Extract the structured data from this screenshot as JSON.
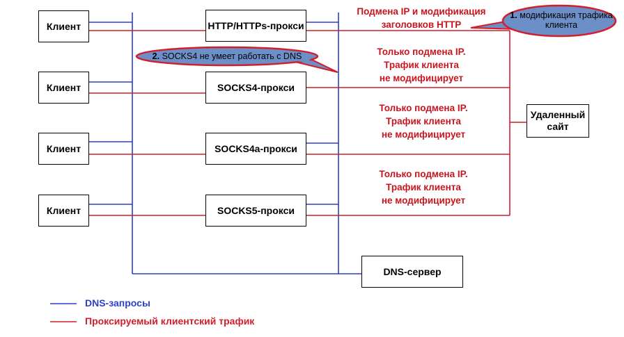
{
  "nodes": {
    "client_1": "Клиент",
    "client_2": "Клиент",
    "client_3": "Клиент",
    "client_4": "Клиент",
    "http_proxy": "HTTP/HTTPs-прокси",
    "socks4_proxy": "SOCKS4-прокси",
    "socks4a_proxy": "SOCKS4a-прокси",
    "socks5_proxy": "SOCKS5-прокси",
    "remote_site_line1": "Удаленный",
    "remote_site_line2": "сайт",
    "dns_server": "DNS-сервер"
  },
  "notes": {
    "http_line1": "Подмена IP и модификация",
    "http_line2": "заголовков HTTP",
    "socks4_line1": "Только подмена IP.",
    "socks4_line2": "Трафик клиента",
    "socks4_line3": "не модифицирует",
    "socks4a_line1": "Только подмена IP.",
    "socks4a_line2": "Трафик клиента",
    "socks4a_line3": "не модифицирует",
    "socks5_line1": "Только подмена IP.",
    "socks5_line2": "Трафик клиента",
    "socks5_line3": "не модифицирует"
  },
  "callouts": {
    "one_number": "1.",
    "one_line1": "модификация трафика",
    "one_line2": "клиента",
    "two_number": "2.",
    "two_text": "SOCKS4 не умеет работать с DNS"
  },
  "legend": {
    "dns_label": "DNS-запросы",
    "proxy_label": "Проксируемый клиентский трафик"
  },
  "colors": {
    "dns_line": "#2b3fc8",
    "proxy_line": "#d21e2a",
    "callout_fill": "#6d8fc7",
    "callout_border": "#d21e2a"
  }
}
